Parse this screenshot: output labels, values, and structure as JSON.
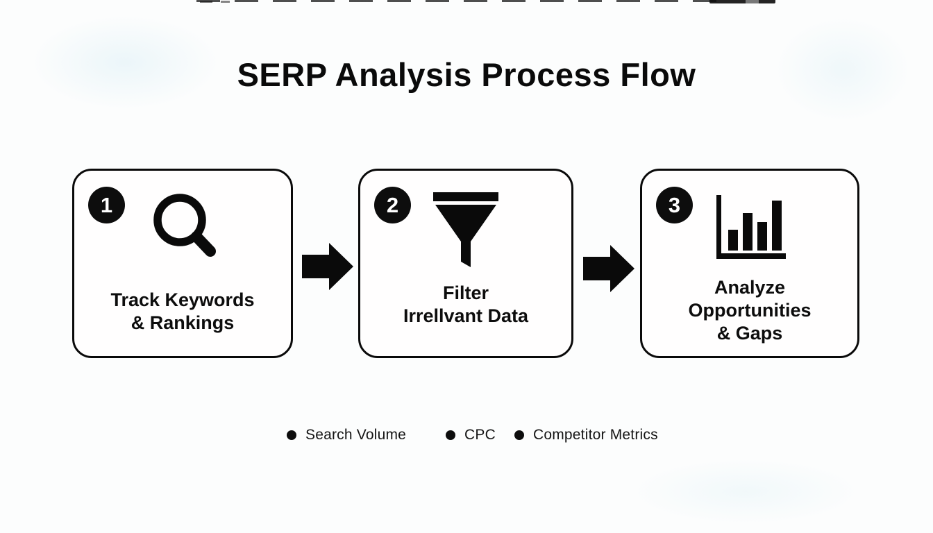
{
  "page": {
    "title": "SERP Analysis Process Flow"
  },
  "steps": [
    {
      "number": "1",
      "icon": "search-icon",
      "lines": [
        "Track Keywords",
        "& Rankings"
      ]
    },
    {
      "number": "2",
      "icon": "funnel-icon",
      "lines": [
        "Filter",
        "Irrellvant Data"
      ]
    },
    {
      "number": "3",
      "icon": "bar-chart-icon",
      "lines": [
        "Analyze",
        "Opportunities",
        "& Gaps"
      ]
    }
  ],
  "connectors": [
    {
      "icon": "arrow-right-icon"
    },
    {
      "icon": "arrow-right-icon"
    }
  ],
  "legend": {
    "items": [
      {
        "label": "Search Volume"
      },
      {
        "label": "CPC"
      },
      {
        "label": "Competitor Metrics"
      }
    ]
  },
  "colors": {
    "ink": "#0a0a0a",
    "background": "#fcfdfd",
    "box_fill": "#fffefe",
    "box_border": "#0a0a0a",
    "badge_fill": "#0d0d0d",
    "badge_text": "#ffffff"
  }
}
